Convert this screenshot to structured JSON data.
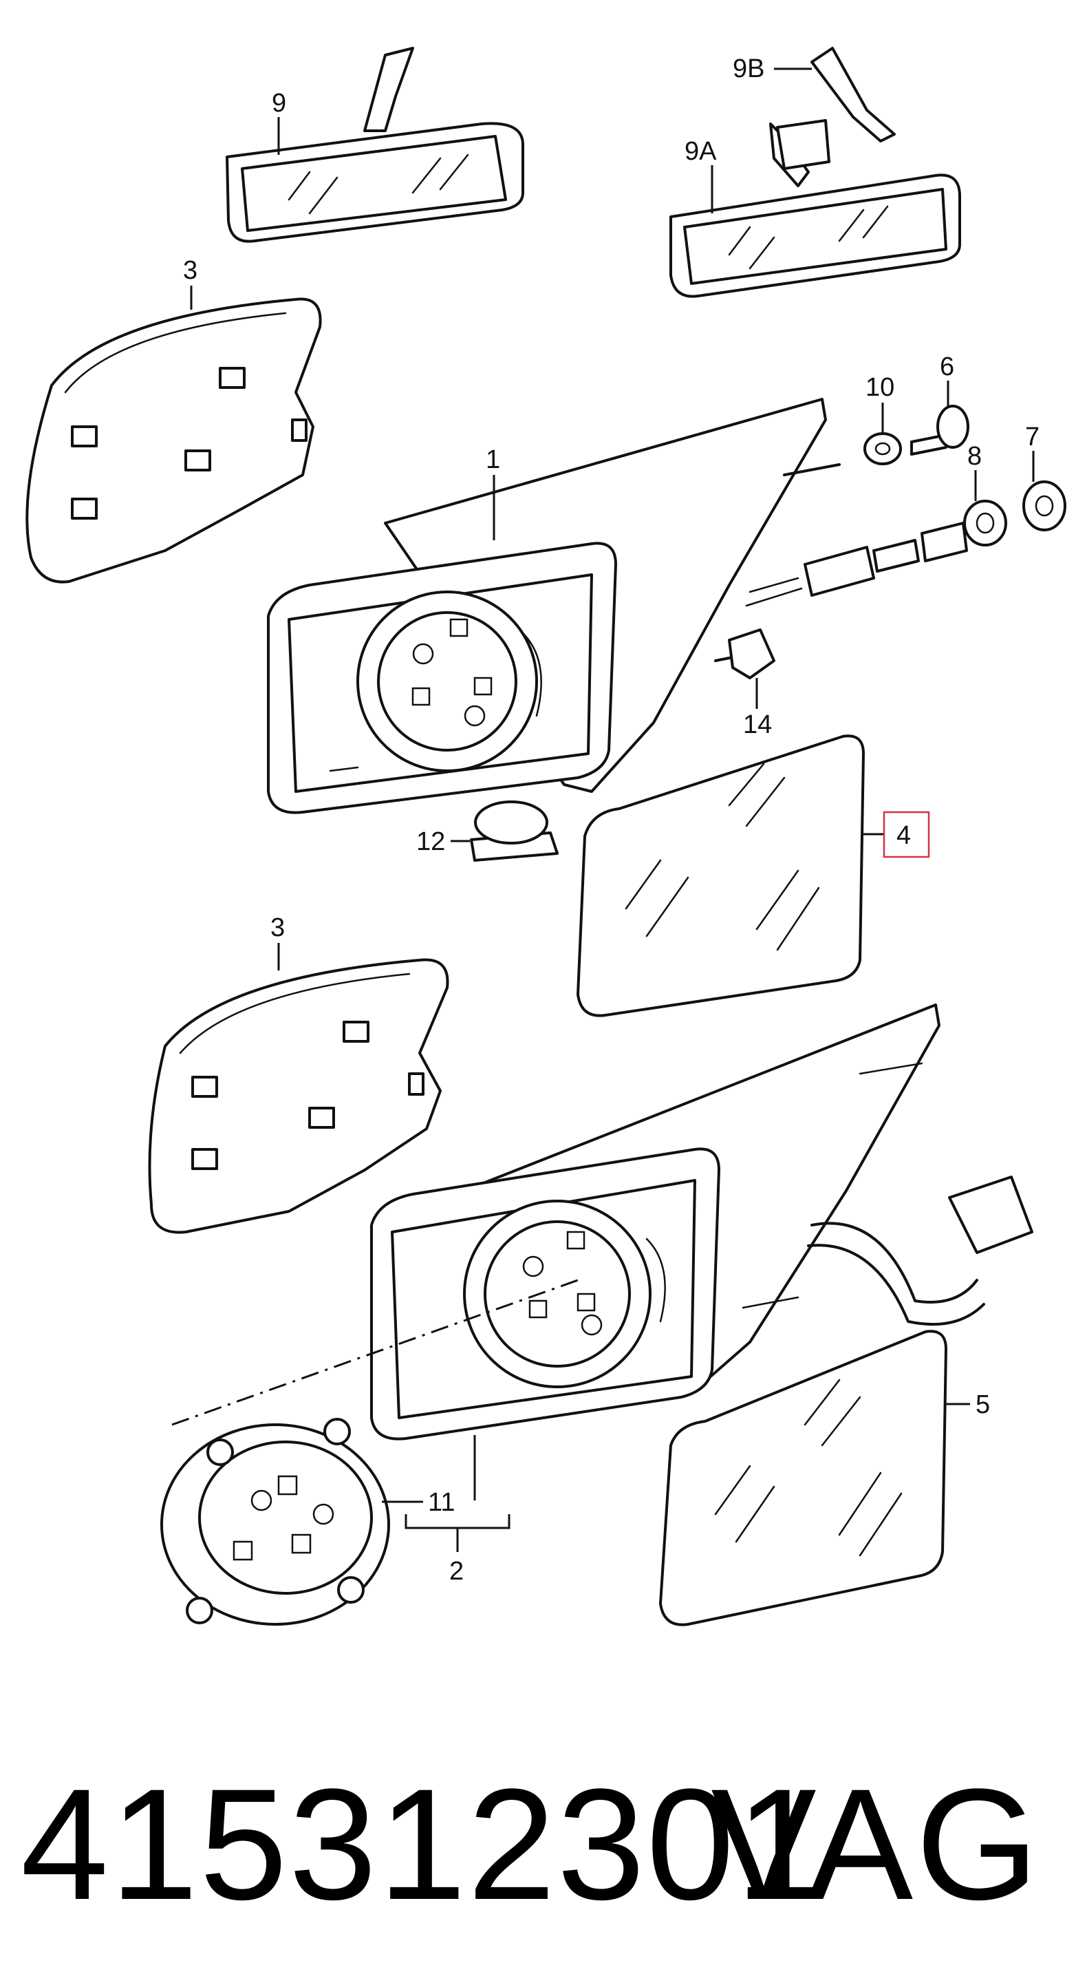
{
  "footer": {
    "part_number": "415312301",
    "brand": "VAG"
  },
  "highlight_color": "#d6343f",
  "callouts": {
    "c9": "9",
    "c9B": "9B",
    "c9A": "9A",
    "c3_top": "3",
    "c10": "10",
    "c6": "6",
    "c8": "8",
    "c7": "7",
    "c1": "1",
    "c14": "14",
    "c12": "12",
    "c4": "4",
    "c3_bottom": "3",
    "c5": "5",
    "c11": "11",
    "c2": "2"
  }
}
